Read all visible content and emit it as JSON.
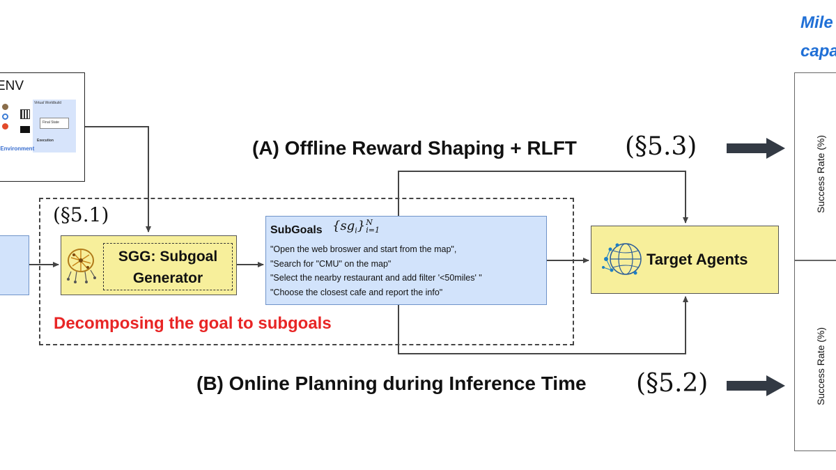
{
  "env": {
    "title": "ENV",
    "caption": "ld Environment",
    "tiny_labels": [
      "Virtual Worldbuild",
      "Final State",
      "Execution"
    ]
  },
  "section_markers": {
    "s51": "(§5.1)",
    "s52": "(§5.2)",
    "s53": "(§5.3)"
  },
  "sgg": {
    "line1": "SGG: Subgoal",
    "line2": "Generator"
  },
  "subgoals": {
    "title": "SubGoals",
    "notation": {
      "base": "{sg",
      "sub_i": "i",
      "close": "}",
      "sup": "N",
      "sub_range": "i=1"
    },
    "items": [
      "\"Open the web broswer and start from the map\",",
      "\"Search for \"CMU\" on the map\"",
      "\"Select the nearby restaurant and add filter '<50miles' \"",
      "\"Choose the closest cafe and report the info\""
    ]
  },
  "decompose_label": "Decomposing the goal to subgoals",
  "target": {
    "label": "Target Agents"
  },
  "path_a": {
    "label": "(A) Offline Reward Shaping + RLFT"
  },
  "path_b": {
    "label": "(B) Online Planning during Inference Time"
  },
  "milestone": {
    "line1": "Mile",
    "line2": "capa"
  },
  "charts": {
    "ylabel_top": "Success Rate (%)",
    "ylabel_bottom": "Success Rate (%)"
  },
  "colors": {
    "yellow_box": "#f7ef9b",
    "blue_box": "#d2e3fb",
    "decompose_red": "#e82525",
    "milestone_blue": "#1f6fd6",
    "arrow_dark": "#333a44"
  },
  "icons": [
    "brain-network-icon",
    "globe-network-icon",
    "arrow-right-icon",
    "bold-arrow-right-icon"
  ]
}
